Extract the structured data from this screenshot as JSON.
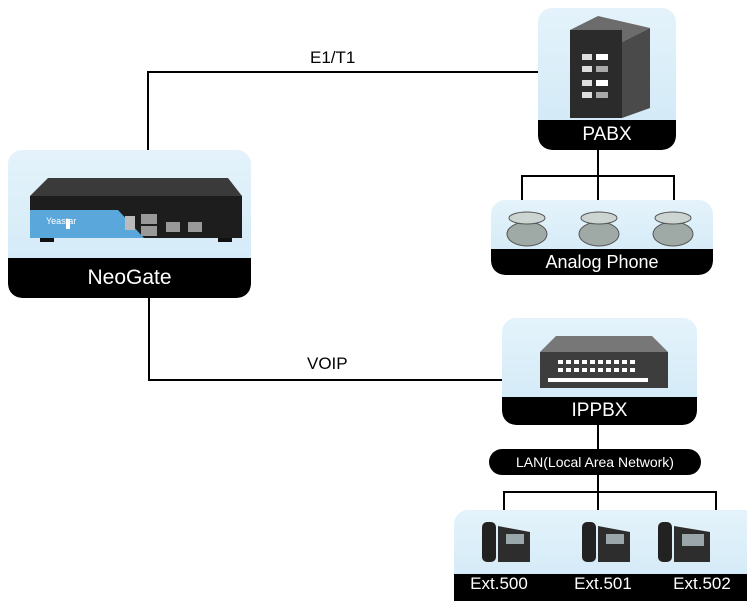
{
  "links": {
    "e1_label": "E1/T1",
    "voip_label": "VOIP"
  },
  "neogate": {
    "label": "NeoGate",
    "brand": "Yeastar"
  },
  "pabx": {
    "label": "PABX"
  },
  "analog": {
    "label": "Analog Phone"
  },
  "ippbx": {
    "label": "IPPBX"
  },
  "lan": {
    "label": "LAN(Local Area Network)"
  },
  "extensions": [
    {
      "label": "Ext.500"
    },
    {
      "label": "Ext.501"
    },
    {
      "label": "Ext.502"
    }
  ],
  "colors": {
    "panel": "#d6ecf8",
    "caption": "#000000",
    "line": "#000000"
  }
}
